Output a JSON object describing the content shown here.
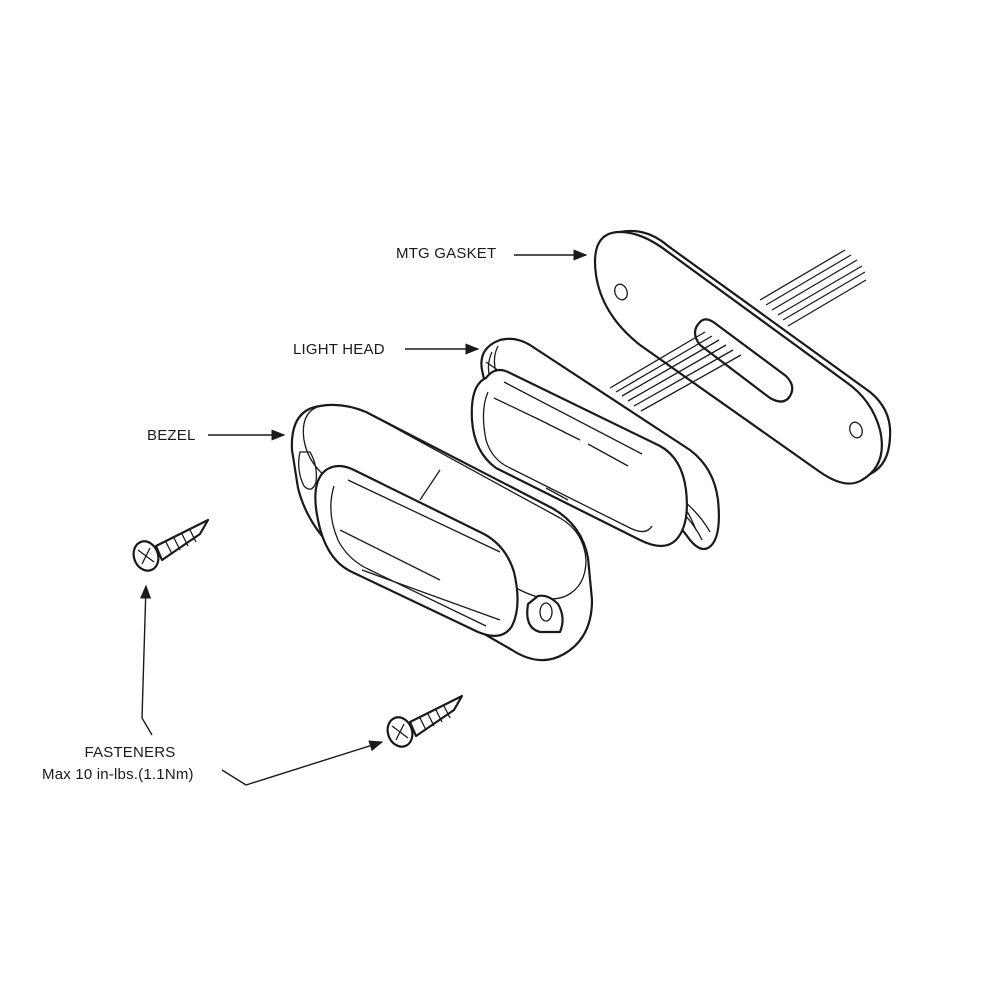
{
  "labels": {
    "mtg_gasket": "MTG GASKET",
    "light_head": "LIGHT HEAD",
    "bezel": "BEZEL",
    "fasteners": "FASTENERS",
    "torque": "Max 10 in-lbs.(1.1Nm)"
  },
  "colors": {
    "line": "#1a1a1a",
    "background": "#ffffff"
  }
}
